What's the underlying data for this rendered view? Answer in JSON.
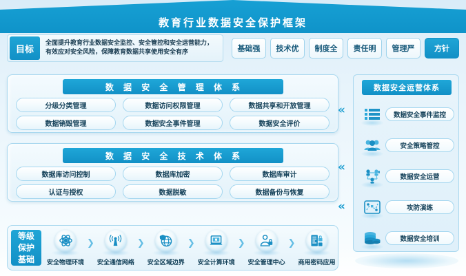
{
  "header": {
    "title": "教育行业数据安全保护框架"
  },
  "goal": {
    "badge": "目标",
    "text": "全面提升教育行业数据安全监控、安全管控和安全运营能力，有效应对安全风险，保障教育数据共享使用安全有序"
  },
  "policy": {
    "pills": [
      {
        "label": "基础强"
      },
      {
        "label": "技术优"
      },
      {
        "label": "制度全"
      },
      {
        "label": "责任明"
      },
      {
        "label": "管理严"
      }
    ],
    "accent_label": "方针"
  },
  "management_system": {
    "title": "数 据 安 全 管 理 体 系",
    "items": [
      {
        "label": "分级分类管理"
      },
      {
        "label": "数据访问权限管理"
      },
      {
        "label": "数据共享和开放管理"
      },
      {
        "label": "数据销毁管理"
      },
      {
        "label": "数据安全事件管理"
      },
      {
        "label": "数据安全评价"
      }
    ]
  },
  "technical_system": {
    "title": "数 据 安 全 技 术 体 系",
    "items": [
      {
        "label": "数据库访问控制"
      },
      {
        "label": "数据库加密"
      },
      {
        "label": "数据库审计"
      },
      {
        "label": "认证与授权"
      },
      {
        "label": "数据脱敏"
      },
      {
        "label": "数据备份与恢复"
      }
    ]
  },
  "operations_system": {
    "title": "数据安全运营体系",
    "items": [
      {
        "label": "数据安全事件监控",
        "icon": "list-icon"
      },
      {
        "label": "安全策略管控",
        "icon": "users-icon"
      },
      {
        "label": "数据安全运营",
        "icon": "network-icon"
      },
      {
        "label": "攻防演练",
        "icon": "strategy-icon"
      },
      {
        "label": "数据安全培训",
        "icon": "database-stack-icon"
      }
    ]
  },
  "baseline": {
    "badge_lines": [
      "等级",
      "保护",
      "基础"
    ],
    "arrow": "❯",
    "items": [
      {
        "label": "安全物理环境",
        "icon": "atom-icon"
      },
      {
        "label": "安全通信网络",
        "icon": "antenna-icon"
      },
      {
        "label": "安全区域边界",
        "icon": "globe-shield-icon"
      },
      {
        "label": "安全计算环境",
        "icon": "monitor-icon"
      },
      {
        "label": "安全管理中心",
        "icon": "person-lock-icon"
      },
      {
        "label": "商用密码应用",
        "icon": "cipher-icon"
      }
    ]
  },
  "connectors": {
    "arrow_glyph": "«",
    "count": 3
  },
  "colors": {
    "accent": "#1290c6",
    "accent_light": "#1fa7d8",
    "panel_border": "#a9d8ef",
    "text_dark": "#16435b",
    "background": "#e6f3fb"
  }
}
